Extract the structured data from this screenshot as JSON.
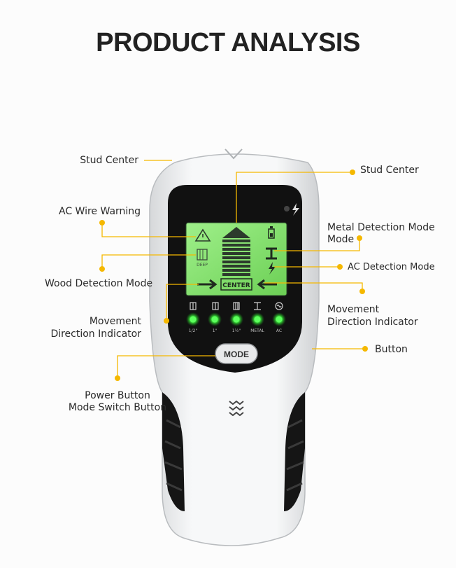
{
  "title": "PRODUCT ANALYSIS",
  "callouts": {
    "stud_center_left": "Stud Center",
    "stud_center_right": "Stud Center",
    "ac_wire_warning": "AC Wire Warning",
    "metal_mode_line1": "Metal Detection Mode",
    "metal_mode_line2": "Mode",
    "ac_detection_mode": "AC Detection Mode",
    "wood_detection_mode": "Wood Detection Mode",
    "movement_left_line1": "Movement",
    "movement_left_line2": "Direction Indicator",
    "movement_right_line1": "Movement",
    "movement_right_line2": "Direction Indicator",
    "button": "Button",
    "power_line1": "Power Button",
    "power_line2": "Mode Switch Button"
  },
  "device": {
    "screen_deep": "DEEP",
    "screen_center": "CENTER",
    "mode_button": "MODE",
    "indicators": [
      {
        "label": "1/2\"",
        "icon": "wood-half-icon"
      },
      {
        "label": "1\"",
        "icon": "wood-one-icon"
      },
      {
        "label": "1½\"",
        "icon": "wood-onehalf-icon"
      },
      {
        "label": "METAL",
        "icon": "metal-beam-icon"
      },
      {
        "label": "AC",
        "icon": "ac-wave-icon"
      }
    ]
  },
  "colors": {
    "accent": "#f5b800",
    "screen_green": "#7fe06a",
    "led_green": "#3cf03c",
    "body_white": "#f1f2f3",
    "grip_black": "#151515"
  }
}
